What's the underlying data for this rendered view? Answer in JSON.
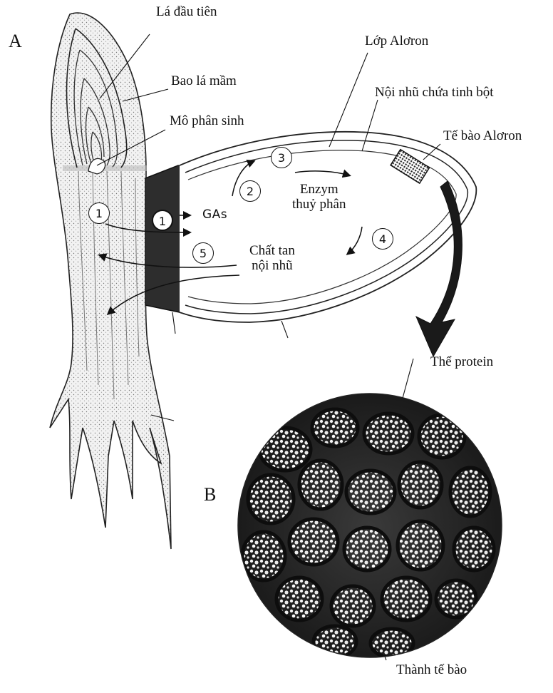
{
  "panels": {
    "a": "A",
    "b": "B"
  },
  "labels": {
    "first_leaf": "Lá đầu tiên",
    "coleoptile": "Bao lá mầm",
    "meristem": "Mô phân sinh",
    "aleurone_layer": "Lớp Alơron",
    "starchy_endosperm": "Nội nhũ chứa tinh bột",
    "aleurone_cell": "Tế bào Alơron",
    "gas": "GAs",
    "hydrolytic_enzymes": [
      "Enzym",
      "thuỷ phân"
    ],
    "endosperm_solutes": [
      "Chất tan",
      "nội nhũ"
    ],
    "protein_body": "Thể protein",
    "cell_wall": "Thành tế bào"
  },
  "steps": [
    "1",
    "1",
    "2",
    "3",
    "4",
    "5"
  ]
}
